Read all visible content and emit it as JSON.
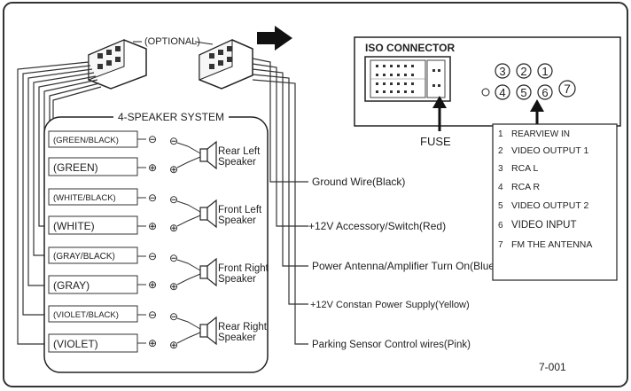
{
  "optional_label": "(OPTIONAL)",
  "speaker_system": {
    "title": "4-SPEAKER SYSTEM",
    "wires": [
      "(GREEN/BLACK)",
      "(GREEN)",
      "(WHITE/BLACK)",
      "(WHITE)",
      "(GRAY/BLACK)",
      "(GRAY)",
      "(VIOLET/BLACK)",
      "(VIOLET)"
    ],
    "speakers": [
      {
        "line1": "Rear Left",
        "line2": "Speaker"
      },
      {
        "line1": "Front Left",
        "line2": "Speaker"
      },
      {
        "line1": "Front Right",
        "line2": "Speaker"
      },
      {
        "line1": "Rear Right",
        "line2": "Speaker"
      }
    ],
    "minus": "⊖",
    "plus": "⊕"
  },
  "power_wires": [
    "Ground Wire(Black)",
    "+12V Accessory/Switch(Red)",
    "Power Antenna/Amplifier Turn On(Blue)",
    "+12V Constan Power Supply(Yellow)",
    "Parking Sensor Control wires(Pink)"
  ],
  "iso": {
    "title": "ISO CONNECTOR",
    "fuse": "FUSE",
    "pin_numbers": [
      "3",
      "2",
      "1",
      "4",
      "5",
      "6",
      "7"
    ],
    "legend": [
      {
        "num": "1",
        "text": "REARVIEW IN"
      },
      {
        "num": "2",
        "text": "VIDEO OUTPUT 1"
      },
      {
        "num": "3",
        "text": "RCA L"
      },
      {
        "num": "4",
        "text": "RCA R"
      },
      {
        "num": "5",
        "text": "VIDEO OUTPUT 2"
      },
      {
        "num": "6",
        "text": "VIDEO INPUT"
      },
      {
        "num": "7",
        "text": "FM THE ANTENNA"
      }
    ]
  },
  "diagram_code": "7-001"
}
